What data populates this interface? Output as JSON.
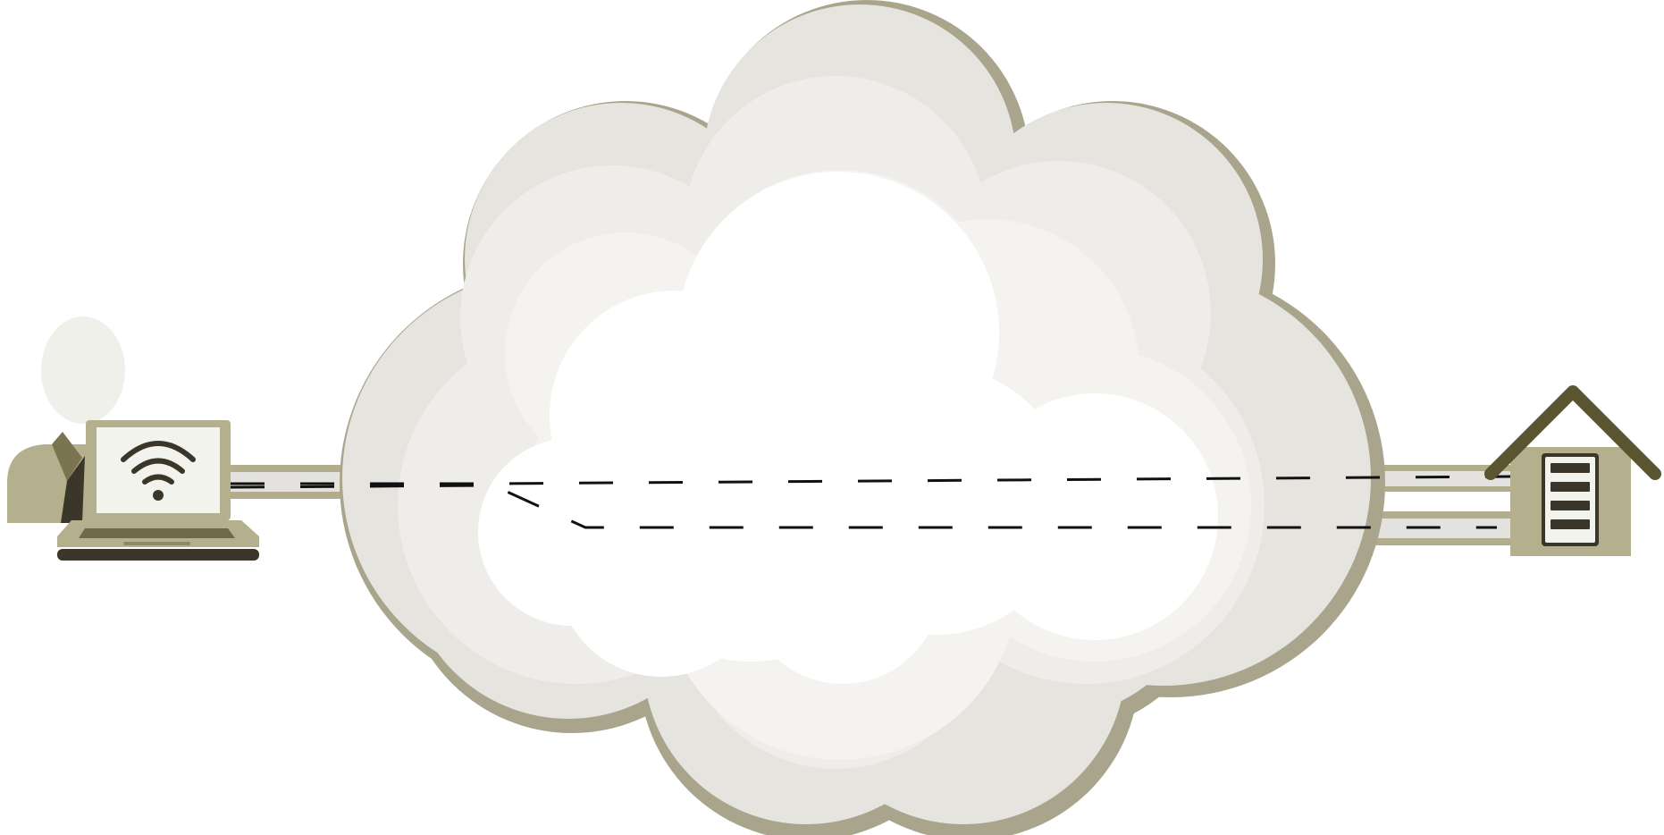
{
  "diagram": {
    "nodes": [
      {
        "id": "user",
        "icon": "person-icon"
      },
      {
        "id": "laptop",
        "icon": "laptop-icon",
        "screen_icon": "wifi-icon"
      },
      {
        "id": "internet",
        "icon": "cloud-icon"
      },
      {
        "id": "home",
        "icon": "house-icon",
        "detail_icon": "server-icon"
      }
    ],
    "connections": [
      {
        "from": "laptop",
        "to": "home",
        "through": "internet",
        "style": "dashed",
        "count": 2
      }
    ]
  },
  "colors": {
    "cloud_shadow": "#a9a58c",
    "cloud_outer": "#e6e4de",
    "cloud_mid": "#eeede9",
    "cloud_inner": "#f4f3f0",
    "cloud_core": "#ffffff",
    "pipe_fill": "#e3e2de",
    "pipe_edge": "#b2ad8c",
    "dark": "#3a372a",
    "olive": "#5a5530",
    "house_wall": "#b4b08e"
  }
}
